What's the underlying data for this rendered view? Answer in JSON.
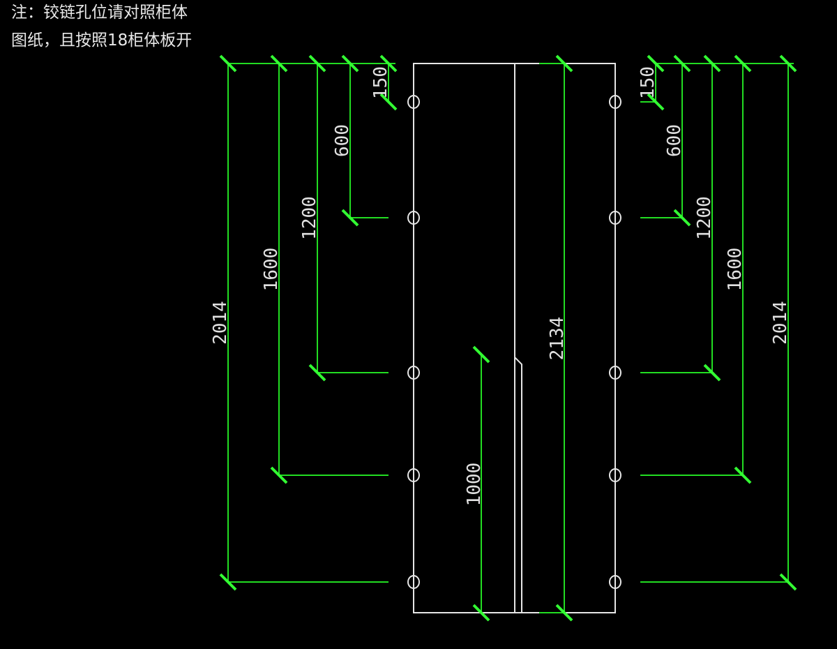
{
  "note": {
    "line1": "注：铰链孔位请对照柜体",
    "line2": "图纸，且按照18柜体板开"
  },
  "colors": {
    "background": "#000000",
    "outline": "#e6e6e6",
    "dimension": "#22dd22",
    "tick": "#33ff33",
    "text": "#e0e0e0"
  },
  "drawing": {
    "door_height_label": "2134",
    "handle_height_label": "1000",
    "left_hinge_dimensions": [
      "150",
      "600",
      "1200",
      "1600",
      "2014"
    ],
    "right_hinge_dimensions": [
      "150",
      "600",
      "1200",
      "1600",
      "2014"
    ],
    "hinge_count_per_side": 5
  }
}
